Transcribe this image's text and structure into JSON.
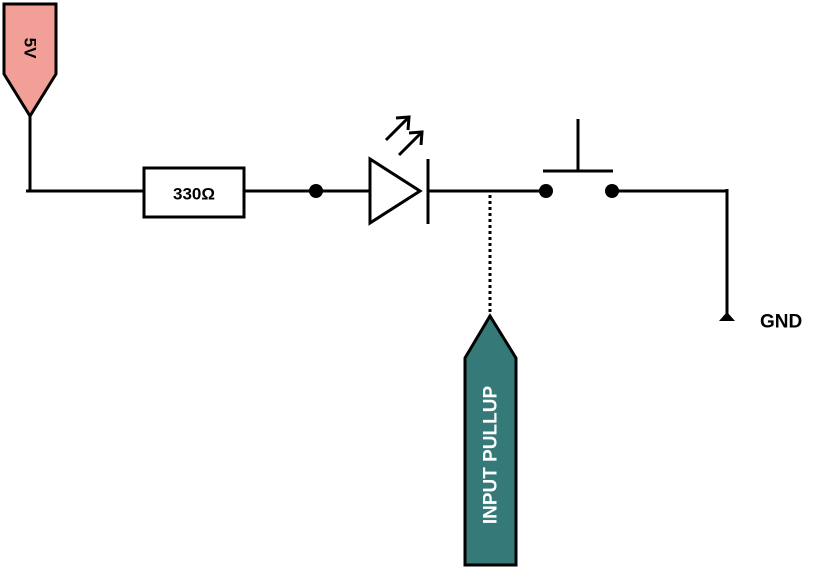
{
  "supply": {
    "label": "5V",
    "color": "#f2a097"
  },
  "resistor": {
    "label": "330Ω"
  },
  "led": {
    "icon": "led-icon",
    "arrows_icon": "light-emission-arrows-icon"
  },
  "switch": {
    "icon": "pushbutton-switch-icon"
  },
  "ground": {
    "label": "GND"
  },
  "input": {
    "label": "INPUT PULLUP",
    "color": "#357a78"
  },
  "wire_color": "#000000"
}
